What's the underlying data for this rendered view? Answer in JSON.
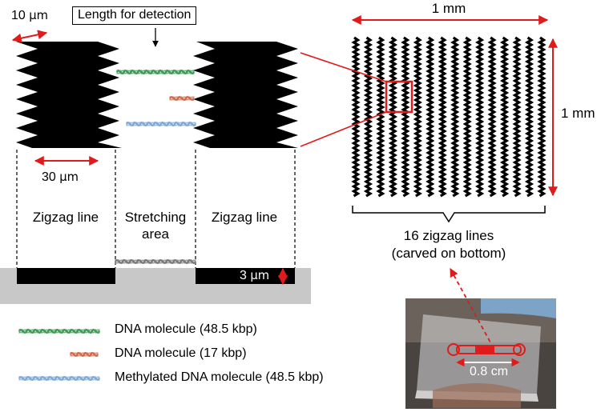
{
  "labels": {
    "dim_10": "10",
    "dim_30": "30",
    "dim_3": "3",
    "unit_um": "μm",
    "length_for_detection": "Length for detection",
    "zigzag_line_left": "Zigzag line",
    "stretching_area": "Stretching area",
    "zigzag_line_right": "Zigzag line",
    "one_mm_top": "1 mm",
    "one_mm_right": "1 mm",
    "sixteen_zigzag": "16 zigzag lines",
    "carved_on_bottom": "(carved on bottom)",
    "chip_length": "0.8 cm"
  },
  "legend": [
    {
      "label": "DNA molecule (48.5 kbp)",
      "color": "#3e9a55"
    },
    {
      "label": "DNA molecule (17 kbp)",
      "color": "#d2694a"
    },
    {
      "label": "Methylated DNA molecule (48.5 kbp)",
      "color": "#7fa9d8"
    }
  ],
  "colors": {
    "arrow_red": "#e01b1b",
    "zigzag_black": "#000000",
    "substrate_gray": "#c8c8c8",
    "dna_gray": "#7a7a7a"
  },
  "grid": {
    "zigzag_line_count": 16
  }
}
